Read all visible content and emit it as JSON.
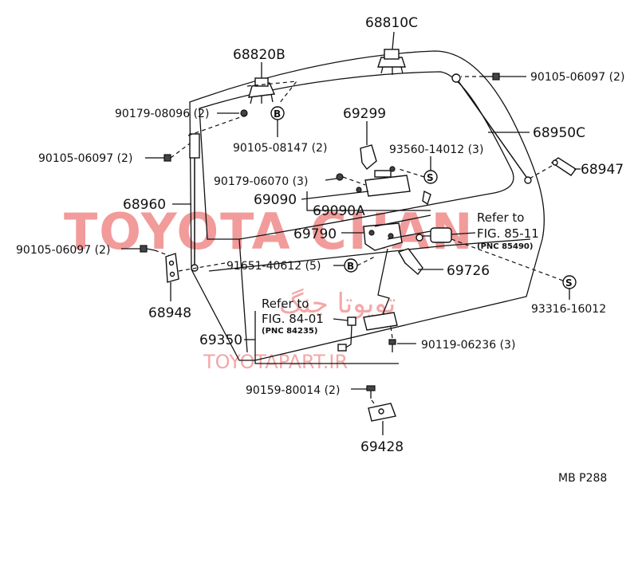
{
  "labels": {
    "p68810C": "68810C",
    "p68820B": "68820B",
    "p90105_06097_r": "90105-06097 (2)",
    "p90179_08096": "90179-08096 (2)",
    "p90105_08147": "90105-08147 (2)",
    "p69299": "69299",
    "p93560_14012": "93560-14012 (3)",
    "p68950C": "68950C",
    "p90105_06097_l": "90105-06097 (2)",
    "p68947": "68947",
    "p90179_06070": "90179-06070 (3)",
    "p69090": "69090",
    "p69090A": "69090A",
    "p68960": "68960",
    "p69790": "69790",
    "p90105_06097_ll": "90105-06097 (2)",
    "p91651_40612": "91651-40612 (5)",
    "p69726": "69726",
    "p93316_16012": "93316-16012",
    "p68948": "68948",
    "p69350": "69350",
    "p90119_06236": "90119-06236 (3)",
    "p90159_80014": "90159-80014 (2)",
    "p69428": "69428",
    "page_code": "MB P288"
  },
  "refs": {
    "fig85_refer": "Refer to",
    "fig85_name": "FIG. 85-11",
    "fig85_pnc": "(PNC 85490)",
    "fig84_refer": "Refer to",
    "fig84_name": "FIG. 84-01",
    "fig84_pnc": "(PNC 84235)"
  },
  "symbols": {
    "B": "B",
    "S": "S"
  },
  "watermark": {
    "brand": "TOYOTA CHAN",
    "persian": "تویوتا چنگ",
    "site": "TOYOTAPART.IR"
  }
}
